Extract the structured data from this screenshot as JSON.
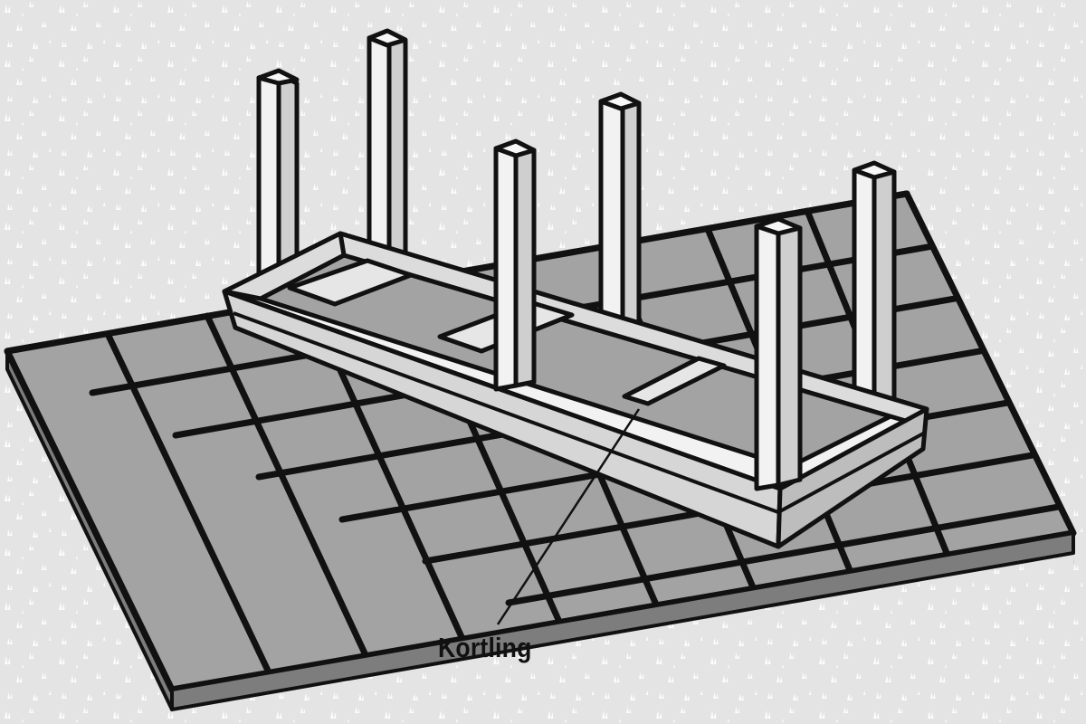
{
  "callout": {
    "label": "Kortling"
  },
  "colors": {
    "background": "#e4e4e4",
    "grass_mark": "#ffffff",
    "paver_top": "#a3a3a3",
    "paver_edge": "#7d7d7d",
    "frame_top": "#f2f2f2",
    "frame_side": "#d2d2d2",
    "outline": "#111111"
  },
  "icons": [
    "grass-texture",
    "paver-tiles",
    "timber-posts",
    "frame-joists"
  ]
}
